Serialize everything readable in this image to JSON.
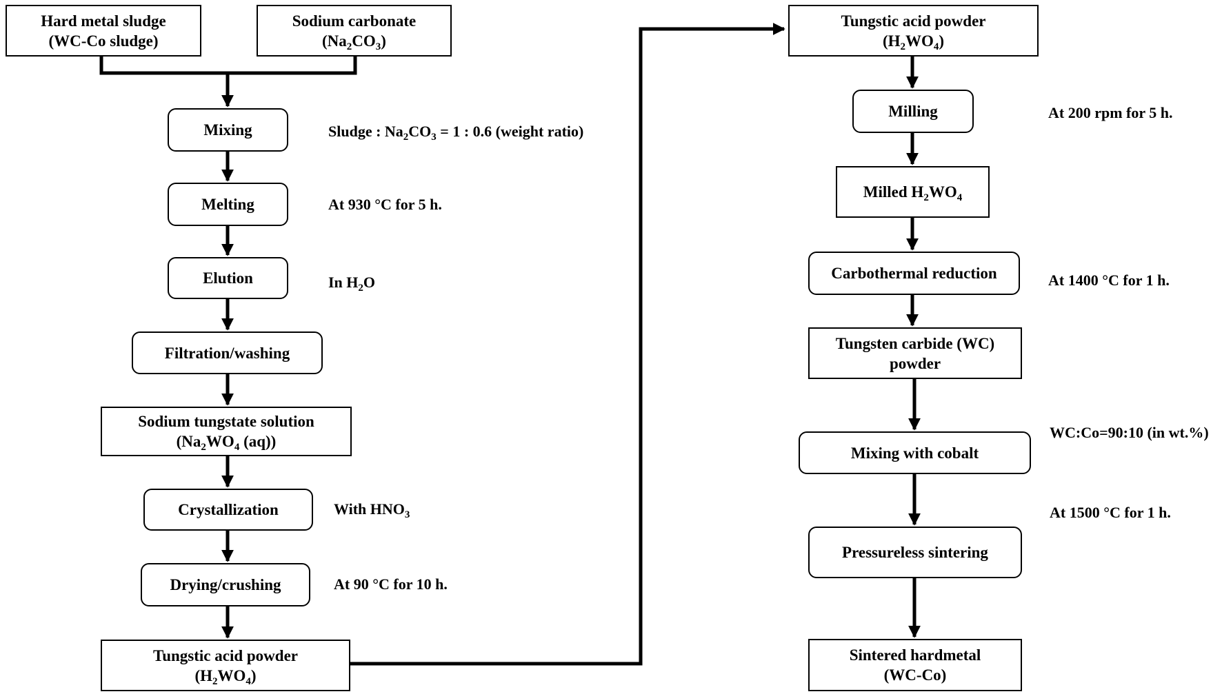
{
  "left_column": {
    "hard_metal_sludge": {
      "line1": "Hard metal sludge",
      "line2": "(WC-Co sludge)"
    },
    "sodium_carbonate": {
      "line1": "Sodium carbonate",
      "line2_pre": "(Na",
      "line2_sub1": "2",
      "line2_mid": "CO",
      "line2_sub2": "3",
      "line2_post": ")"
    },
    "mixing": {
      "label": "Mixing"
    },
    "melting": {
      "label": "Melting"
    },
    "elution": {
      "label": "Elution"
    },
    "filtration": {
      "label": "Filtration/washing"
    },
    "sodium_tungstate": {
      "line1": "Sodium tungstate solution",
      "line2_pre": "(Na",
      "line2_sub1": "2",
      "line2_mid": "WO",
      "line2_sub2": "4",
      "line2_post": " (aq))"
    },
    "crystallization": {
      "label": "Crystallization"
    },
    "drying": {
      "label": "Drying/crushing"
    },
    "tungstic_acid": {
      "line1": "Tungstic acid powder",
      "line2_pre": "(H",
      "line2_sub1": "2",
      "line2_mid": "WO",
      "line2_sub2": "4",
      "line2_post": ")"
    }
  },
  "left_notes": {
    "mixing": {
      "pre": "Sludge : Na",
      "sub1": "2",
      "mid": "CO",
      "sub2": "3",
      "post": " = 1 : 0.6 (weight ratio)"
    },
    "melting": "At 930 °C for 5 h.",
    "elution": {
      "pre": "In H",
      "sub": "2",
      "post": "O"
    },
    "crystallization": {
      "pre": "With HNO",
      "sub": "3"
    },
    "drying": "At 90 °C for 10 h."
  },
  "right_column": {
    "tungstic_acid": {
      "line1": "Tungstic acid powder",
      "line2_pre": "(H",
      "line2_sub1": "2",
      "line2_mid": "WO",
      "line2_sub2": "4",
      "line2_post": ")"
    },
    "milling": {
      "label": "Milling"
    },
    "milled": {
      "pre": "Milled H",
      "sub1": "2",
      "mid": "WO",
      "sub2": "4"
    },
    "carbothermal": {
      "label": "Carbothermal reduction"
    },
    "tungsten_carbide": {
      "line1": "Tungsten carbide (WC)",
      "line2": "powder"
    },
    "mixing_cobalt": {
      "label": "Mixing with cobalt"
    },
    "pressureless": {
      "label": "Pressureless sintering"
    },
    "sintered": {
      "line1": "Sintered hardmetal",
      "line2": "(WC-Co)"
    }
  },
  "right_notes": {
    "milling": "At 200 rpm for 5 h.",
    "carbothermal": "At 1400 °C for 1 h.",
    "mixing_cobalt": "WC:Co=90:10 (in wt.%)",
    "pressureless": "At 1500 °C for 1 h."
  }
}
